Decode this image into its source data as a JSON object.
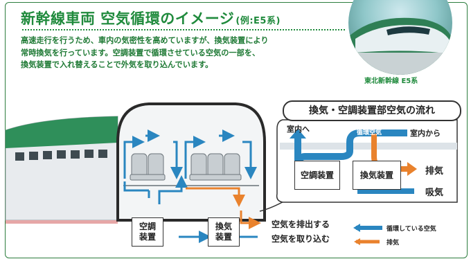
{
  "header": {
    "title": "新幹線車両 空気循環のイメージ",
    "title_sub": "(例:E5系)",
    "description_lines": [
      "高速走行を行うため、車内の気密性を高めていますが、換気装置により",
      "常時換気を行っています。空調装置で循環させている空気の一部を、",
      "換気装置で入れ替えることで外気を取り込んでいます。"
    ]
  },
  "photo": {
    "caption": "東北新幹線 E5系"
  },
  "cross_section": {
    "aircon_unit": "空調\n装置",
    "ventilation_unit": "換気\n装置",
    "exhaust_label": "空気を排出する",
    "intake_label": "空気を取り込む"
  },
  "flow_detail": {
    "title": "換気・空調装置部空気の流れ",
    "to_cabin": "室内へ",
    "circulating_air": "循環空気",
    "from_cabin": "室内から",
    "aircon_unit": "空調装置",
    "ventilation_unit": "換気装置",
    "exhaust": "排気",
    "intake": "吸気"
  },
  "legend": {
    "circulating": "循環している空気",
    "exhaust": "排気"
  },
  "colors": {
    "title_green": "#1f8a3c",
    "circulating_blue": "#2a86c0",
    "exhaust_orange": "#e9822d",
    "car_green": "#2f8f5a",
    "car_body": "#e8ebee"
  }
}
